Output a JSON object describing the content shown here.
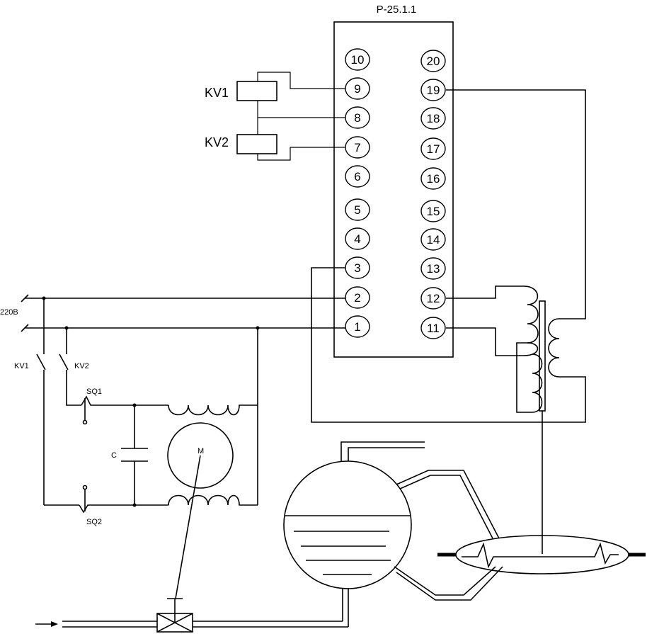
{
  "device": {
    "label": "Р-25.1.1",
    "terminals_left": [
      "10",
      "9",
      "8",
      "7",
      "6",
      "5",
      "4",
      "3",
      "2",
      "1"
    ],
    "terminals_right": [
      "20",
      "19",
      "18",
      "17",
      "16",
      "15",
      "14",
      "13",
      "12",
      "11"
    ]
  },
  "relays": {
    "kv1": "KV1",
    "kv2": "KV2"
  },
  "supply": {
    "voltage": "220В"
  },
  "contacts": {
    "kv1": "KV1",
    "kv2": "KV2",
    "sq1": "SQ1",
    "sq2": "SQ2"
  },
  "capacitor": {
    "label": "C"
  },
  "motor": {
    "label": "M"
  }
}
